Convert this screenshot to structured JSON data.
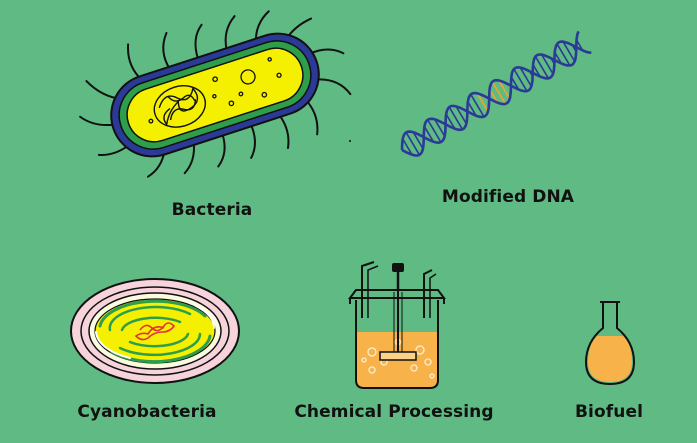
{
  "labels": {
    "bacteria": "Bacteria",
    "modified_dna": "Modified DNA",
    "cyanobacteria": "Cyanobacteria",
    "chemical_processing": "Chemical Processing",
    "biofuel": "Biofuel"
  },
  "colors": {
    "background": "#5fba83",
    "bacteria_outer": "#2b3a96",
    "bacteria_ring": "#2e9e4a",
    "bacteria_inner": "#f5f000",
    "dna_strand": "#2b3a96",
    "dna_highlight": "#f0a52a",
    "dish_rim": "#f7d3dc",
    "dish_inner": "#fbfbe0",
    "liquid": "#f7b24a",
    "culture_strand": "#e0353a"
  }
}
